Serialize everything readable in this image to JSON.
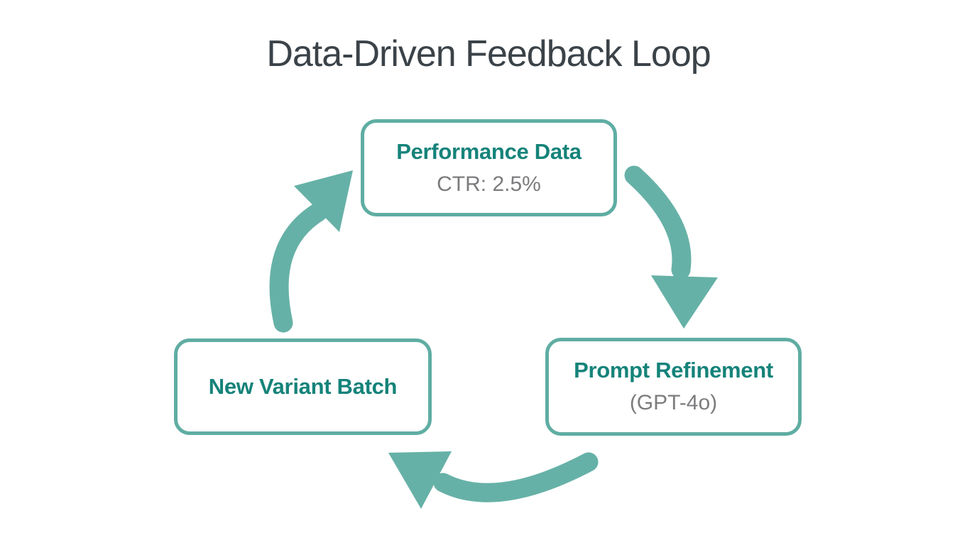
{
  "title": "Data-Driven Feedback Loop",
  "colors": {
    "title_color": "#3B4349",
    "box_border_color": "#5FADA3",
    "node_label_color": "#15837A",
    "sublabel_color": "#7C7C7F",
    "arrow_color": "#66B1A7"
  },
  "nodes": [
    {
      "id": "performance-data",
      "label": "Performance Data",
      "sublabel": "CTR: 2.5%"
    },
    {
      "id": "prompt-refinement",
      "label": "Prompt Refinement",
      "sublabel": "(GPT-4o)"
    },
    {
      "id": "new-variant-batch",
      "label": "New Variant Batch"
    }
  ],
  "arrows": [
    {
      "id": "performance-to-prompt",
      "from": "Performance Data",
      "to": "Prompt Refinement",
      "direction": "clockwise"
    },
    {
      "id": "prompt-to-variant",
      "from": "Prompt Refinement",
      "to": "New Variant Batch",
      "direction": "clockwise"
    },
    {
      "id": "variant-to-performance",
      "from": "New Variant Batch",
      "to": "Performance Data",
      "direction": "clockwise"
    }
  ]
}
